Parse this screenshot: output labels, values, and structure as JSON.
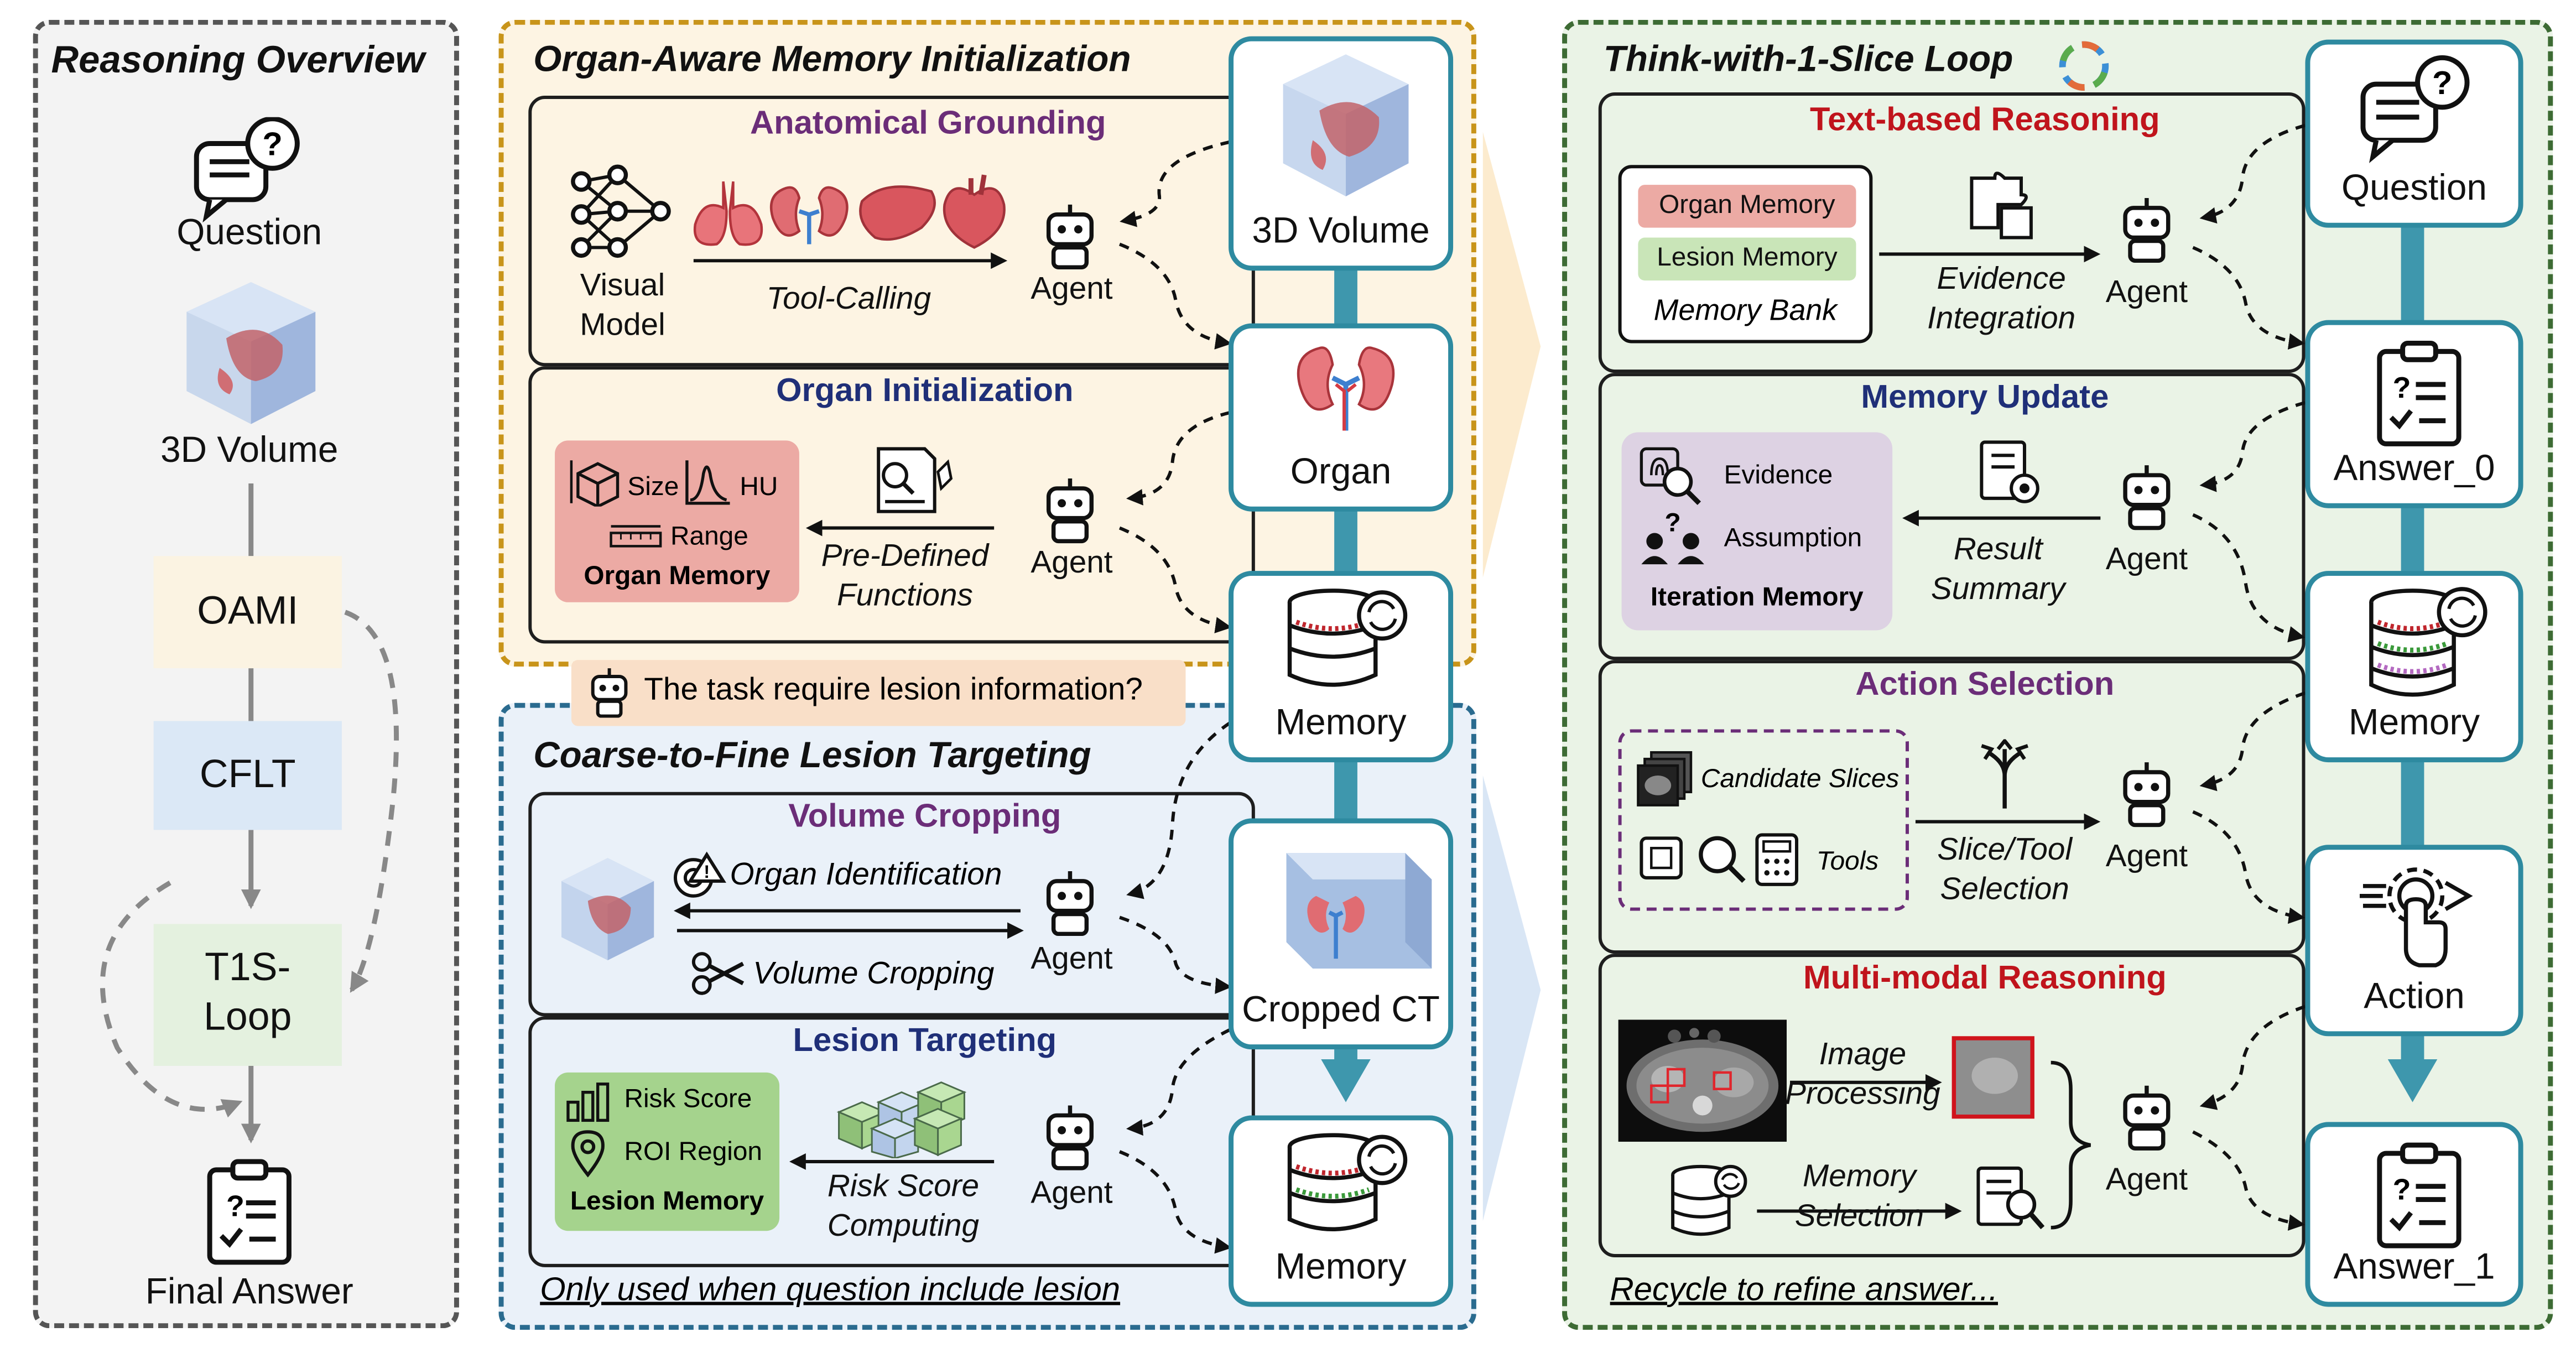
{
  "overview": {
    "title": "Reasoning Overview",
    "question": "Question",
    "volume": "3D Volume",
    "oami": "OAMI",
    "cflt": "CFLT",
    "t1s_line1": "T1S-",
    "t1s_line2": "Loop",
    "final_answer": "Final Answer"
  },
  "oami_panel": {
    "title": "Organ-Aware Memory Initialization",
    "grounding": {
      "title": "Anatomical Grounding",
      "visual_model_1": "Visual",
      "visual_model_2": "Model",
      "tool_calling": "Tool-Calling",
      "agent": "Agent"
    },
    "organ_init": {
      "title": "Organ Initialization",
      "size": "Size",
      "hu": "HU",
      "range": "Range",
      "organ_memory": "Organ Memory",
      "predefined_1": "Pre-Defined",
      "predefined_2": "Functions",
      "agent": "Agent"
    }
  },
  "lesion_question": "The task require lesion information?",
  "cflt_panel": {
    "title": "Coarse-to-Fine Lesion Targeting",
    "cropping": {
      "title": "Volume Cropping",
      "organ_identification": "Organ Identification",
      "volume_cropping": "Volume Cropping",
      "agent": "Agent"
    },
    "targeting": {
      "title": "Lesion Targeting",
      "risk_score": "Risk Score",
      "roi_region": "ROI Region",
      "lesion_memory": "Lesion Memory",
      "risk_1": "Risk Score",
      "risk_2": "Computing",
      "agent": "Agent"
    },
    "footnote": "Only used when question include lesion"
  },
  "middle_nodes": {
    "volume": "3D Volume",
    "organ": "Organ",
    "memory1": "Memory",
    "cropped": "Cropped CT",
    "memory2": "Memory"
  },
  "loop_panel": {
    "title": "Think-with-1-Slice Loop",
    "text_reasoning": {
      "title": "Text-based Reasoning",
      "organ_memory": "Organ Memory",
      "lesion_memory": "Lesion Memory",
      "memory_bank": "Memory Bank",
      "evidence_1": "Evidence",
      "evidence_2": "Integration",
      "agent": "Agent"
    },
    "memory_update": {
      "title": "Memory Update",
      "evidence": "Evidence",
      "assumption": "Assumption",
      "iteration_memory": "Iteration Memory",
      "result_1": "Result",
      "result_2": "Summary",
      "agent": "Agent"
    },
    "action_selection": {
      "title": "Action Selection",
      "candidate_slices": "Candidate Slices",
      "tools": "Tools",
      "slice_1": "Slice/Tool",
      "slice_2": "Selection",
      "agent": "Agent"
    },
    "multimodal": {
      "title": "Multi-modal Reasoning",
      "image_1": "Image",
      "image_2": "Processing",
      "memory_1": "Memory",
      "memory_2": "Selection",
      "agent": "Agent"
    },
    "footnote": "Recycle to refine answer..."
  },
  "right_nodes": {
    "question": "Question",
    "answer0": "Answer_0",
    "memory": "Memory",
    "action": "Action",
    "answer1": "Answer_1"
  },
  "colors": {
    "teal": "#2e8aa0",
    "purple_title": "#6b2d78",
    "navy_title": "#1f2f78",
    "red_title": "#c0141c",
    "oami_bg": "#fdf4e3",
    "cflt_bg": "#eaf1f9",
    "loop_bg": "#eaf3e6"
  }
}
